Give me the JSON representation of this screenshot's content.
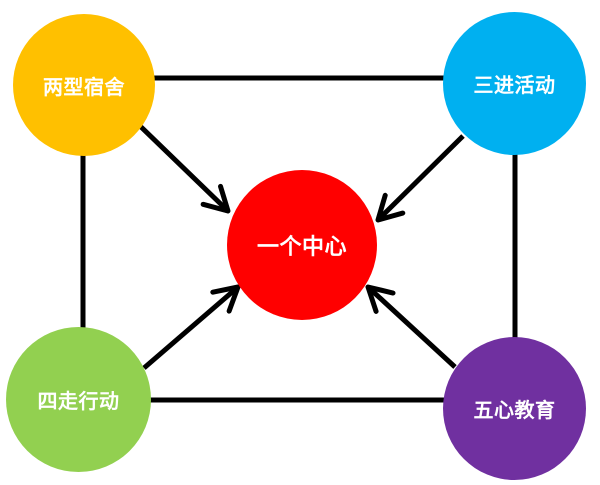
{
  "nodes": {
    "top_left": "两型宿舍",
    "top_right": "三进活动",
    "center": "一个中心",
    "bottom_left": "四走行动",
    "bottom_right": "五心教育"
  },
  "colors": {
    "top_left": "#FFC000",
    "top_right": "#00B0F0",
    "center": "#FF0000",
    "bottom_left": "#92D050",
    "bottom_right": "#7030A0",
    "lines": "#000000"
  }
}
